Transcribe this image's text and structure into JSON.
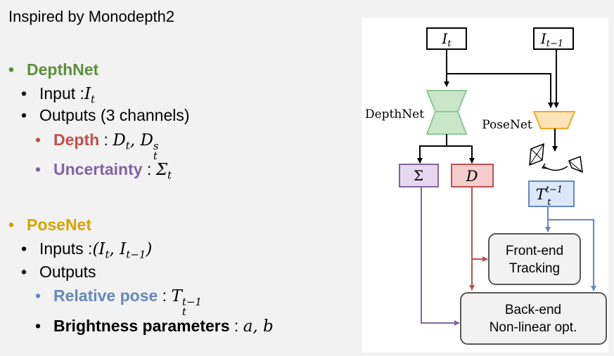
{
  "slide": {
    "title": "Inspired by Monodepth2"
  },
  "depthnet": {
    "bullet": "•",
    "heading": "DepthNet",
    "input_label": "Input : ",
    "input_math": "It",
    "outputs_label": "Outputs (3 channels)",
    "depth_label": "Depth",
    "depth_math": " : Dt, Dts",
    "uncertainty_label": "Uncertainty",
    "uncertainty_math": " : Σt"
  },
  "posenet": {
    "bullet": "•",
    "heading": "PoseNet",
    "inputs_label": "Inputs : ",
    "inputs_math": "(It, It−1)",
    "outputs_label": "Outputs",
    "relpose_label": "Relative pose",
    "relpose_math": " : Ttt−1",
    "brightness_label": "Brightness parameters",
    "brightness_math": " : a, b"
  },
  "diagram": {
    "frame_t": "It",
    "frame_t1": "It−1",
    "depthnet_label": "DepthNet",
    "posenet_label": "PoseNet",
    "sigma_label": "Σ",
    "d_label": "D",
    "pose_label": "Ttt−1",
    "frontend_line1": "Front-end",
    "frontend_line2": "Tracking",
    "backend_line1": "Back-end",
    "backend_line2": "Non-linear opt."
  },
  "colors": {
    "depth": "#c0504d",
    "uncertainty": "#8064a2",
    "pose": "#6688bb",
    "depthnet": "#5b8f3b",
    "posenet": "#d6a300"
  }
}
